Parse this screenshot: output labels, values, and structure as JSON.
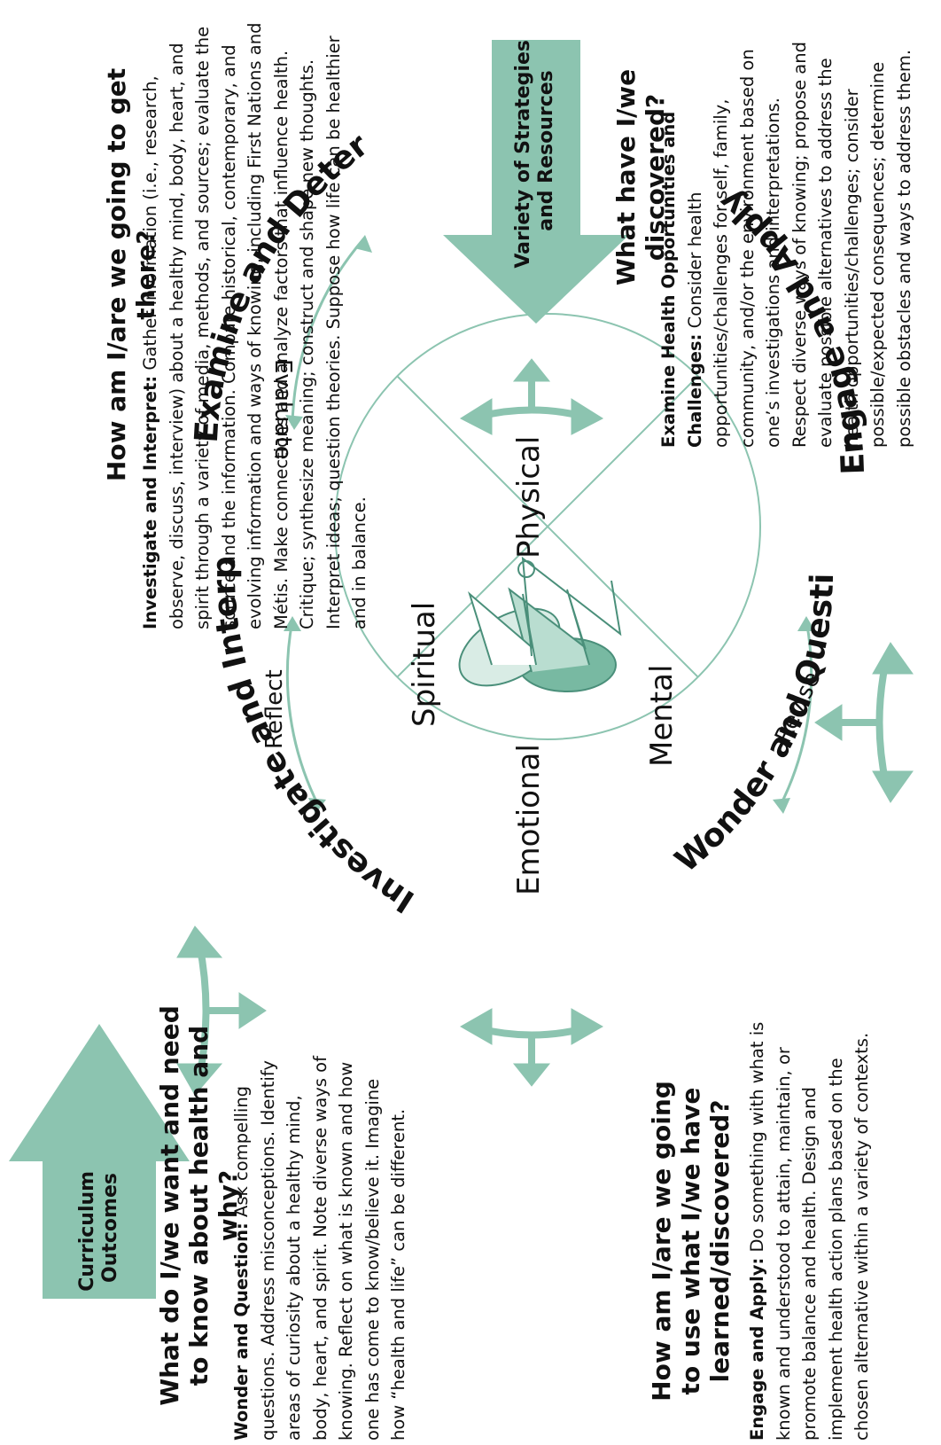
{
  "colors": {
    "accent": "#8cc4b0",
    "line": "#6db39c",
    "text": "#111111",
    "figure_fill": "#b9ddd0",
    "figure_fill_dark": "#78b9a2"
  },
  "side_arrows": {
    "curriculum": "Curriculum\nOutcomes",
    "strategies": "Variety of Strategies\nand Resources"
  },
  "center": {
    "spiritual": "Spiritual",
    "physical": "Physical",
    "emotional": "Emotional",
    "mental": "Mental"
  },
  "cycle_labels": {
    "reflect": "Reflect",
    "evaluate": "Evaluate",
    "revise": "Revise"
  },
  "stages": {
    "wonder": "Wonder and Question",
    "investigate": "Investigate and Interpret",
    "examine": "Examine and Determine",
    "engage": "Engage and Apply"
  },
  "questions": {
    "wonder": "What do I/we want and need to know about health and why?",
    "investigate": "How am I/are we going to get there?",
    "examine": "What have I/we discovered?",
    "engage": "How am I/are we going to use what I/we have learned/discovered?"
  },
  "descriptions": {
    "wonder_lead": "Wonder and Question:",
    "wonder_text": "Ask compelling questions. Address misconceptions. Identify areas of curiosity about a healthy mind, body, heart, and spirit. Note diverse ways of knowing. Reflect on what is known and how one has come to know/believe it. Imagine how “health and life” can be different.",
    "investigate_lead": "Investigate and Interpret:",
    "investigate_text": "Gather information (i.e., research, observe, discuss, interview) about a healthy mind, body, heart, and spirit through a variety of media, methods, and sources; evaluate the source and the information. Compare historical, contemporary, and evolving information and ways of knowing, including First Nations and Métis. Make connections and analyze factors that influence health. Critique; synthesize meaning; construct and shape new thoughts. Interpret ideas; question theories. Suppose how life can be healthier and in balance.",
    "examine_lead": "Examine Health Opportunities and Challenges:",
    "examine_text": "Consider health opportunities/challenges for self, family, community, and/or the environment based on one’s investigations and interpretations. Respect diverse ways of knowing; propose and evaluate possible alternatives to address the health opportunities/challenges; consider possible/expected consequences; determine possible obstacles and ways to address them.",
    "engage_lead": "Engage and Apply:",
    "engage_text": "Do something with what is known and understood to attain, maintain, or promote balance and health. Design and implement health action plans based on the chosen alternative within a variety of contexts."
  }
}
